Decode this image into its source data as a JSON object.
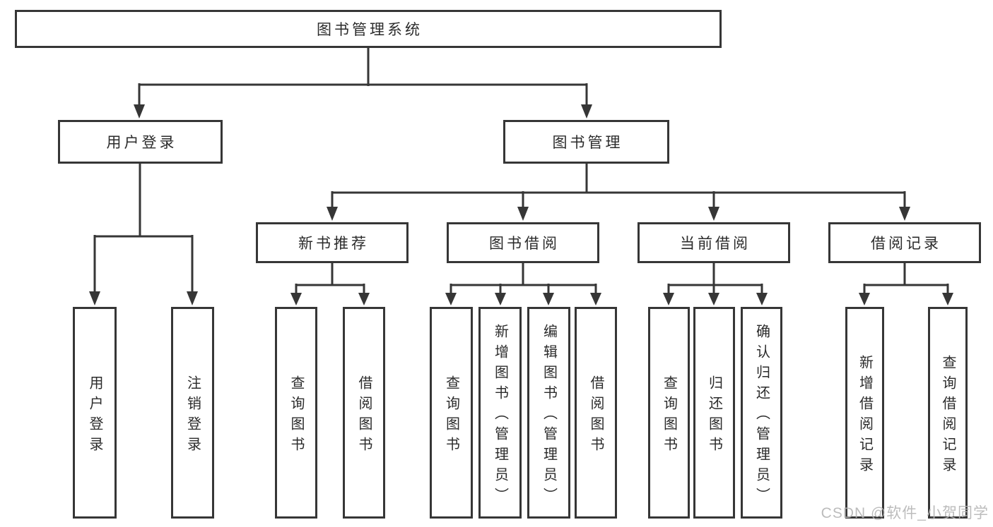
{
  "colors": {
    "line": "#363636",
    "text": "#2b2b2b",
    "background": "#ffffff",
    "watermark": "#b5b5b5"
  },
  "watermark": "CSDN @软件_小贺同学",
  "diagram": {
    "root": "图书管理系统",
    "branches": [
      {
        "label": "用户登录",
        "leaves": [
          "用户登录",
          "注销登录"
        ]
      },
      {
        "label": "图书管理",
        "groups": [
          {
            "label": "新书推荐",
            "leaves": [
              "查询图书",
              "借阅图书"
            ]
          },
          {
            "label": "图书借阅",
            "leaves": [
              "查询图书",
              "新增图书（管理员）",
              "编辑图书（管理员）",
              "借阅图书"
            ]
          },
          {
            "label": "当前借阅",
            "leaves": [
              "查询图书",
              "归还图书",
              "确认归还（管理员）"
            ]
          },
          {
            "label": "借阅记录",
            "leaves": [
              "新增借阅记录",
              "查询借阅记录"
            ]
          }
        ]
      }
    ]
  }
}
